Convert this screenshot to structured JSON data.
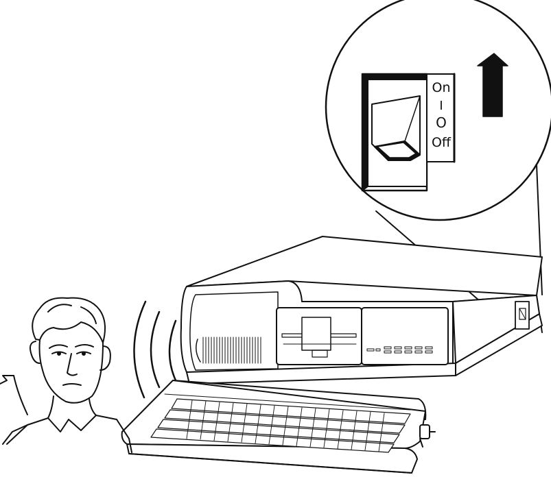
{
  "switch_labels": {
    "on": "On",
    "on_symbol": "I",
    "off_symbol": "O",
    "off": "Off"
  },
  "colors": {
    "ink": "#111111",
    "paper": "#ffffff",
    "arrow": "#111111"
  }
}
